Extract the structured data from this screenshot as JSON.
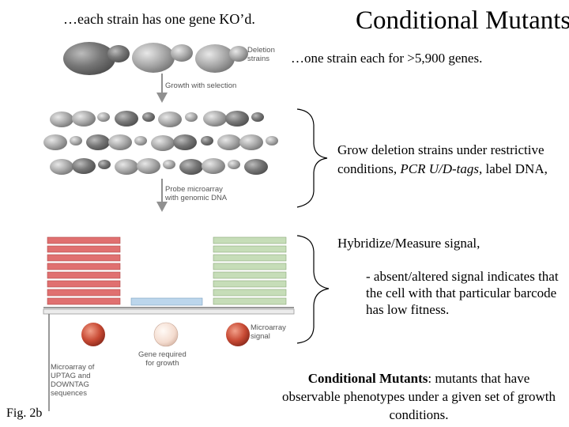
{
  "title": "Conditional Mutants",
  "top_left_caption": "…each strain has one gene KO’d.",
  "one_strain_caption": "…one strain each for >5,900 genes.",
  "grow_text": {
    "part1": "Grow deletion strains under restrictive conditions, ",
    "italic": "PCR U/D-tags",
    "part2": ",  label DNA,"
  },
  "hybridize_text": "Hybridize/Measure signal,",
  "absent_text": "-  absent/altered signal indicates that the cell with that particular barcode has low fitness.",
  "definition": {
    "bold": "Conditional Mutants",
    "rest": ": mutants that have observable phenotypes under a given set of growth conditions."
  },
  "fig_label": "Fig. 2b",
  "diagram_labels": {
    "deletion_strains": [
      "Deletion",
      "strains"
    ],
    "growth_with_selection": "Growth with selection",
    "probe_microarray": [
      "Probe microarray",
      "with genomic DNA"
    ],
    "microarray_signal": [
      "Microarray",
      "signal"
    ],
    "gene_required": [
      "Gene required",
      "for growth"
    ],
    "microarray_of": [
      "Microarray of",
      "UPTAG and",
      "DOWNTAG",
      "sequences"
    ]
  },
  "colors": {
    "bar_red": "#e07070",
    "bar_green": "#c6ddb8",
    "bar_blue": "#bcd6ec",
    "cell_gray": "#8a8a8a",
    "arrow_gray": "#909090",
    "sphere_red": "#c84a34",
    "sphere_pale": "#f4dccf"
  }
}
